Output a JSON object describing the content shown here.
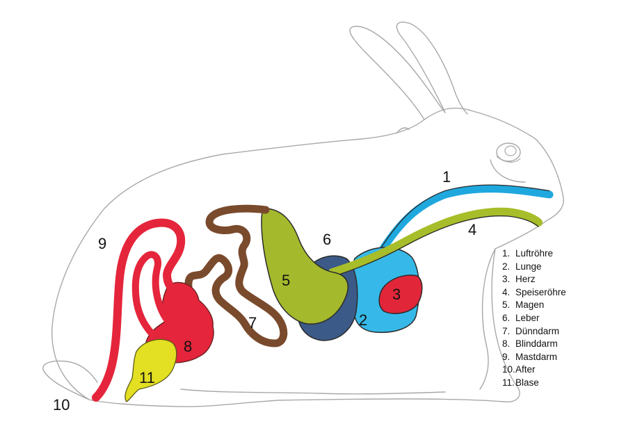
{
  "colors": {
    "outline": "#a8a8a8",
    "trachea": "#1fa8de",
    "lung": "#36b9e8",
    "heart": "#e2263a",
    "esophagus": "#a8bd2a",
    "stomach": "#a4b92c",
    "liver": "#3b5a87",
    "small_intestine": "#7a4a2c",
    "caecum": "#e5253b",
    "rectum": "#e5253b",
    "bladder": "#e3df22"
  },
  "labels": {
    "n1": "1",
    "n2": "2",
    "n3": "3",
    "n4": "4",
    "n5": "5",
    "n6": "6",
    "n7": "7",
    "n8": "8",
    "n9": "9",
    "n10": "10",
    "n11": "11"
  },
  "legend": [
    {
      "num": "1.",
      "text": "Luftröhre"
    },
    {
      "num": "2.",
      "text": "Lunge"
    },
    {
      "num": "3.",
      "text": "Herz"
    },
    {
      "num": "4.",
      "text": "Speiseröhre"
    },
    {
      "num": "5.",
      "text": "Magen"
    },
    {
      "num": "6.",
      "text": "Leber"
    },
    {
      "num": "7.",
      "text": "Dünndarm"
    },
    {
      "num": "8.",
      "text": "Blinddarm"
    },
    {
      "num": "9.",
      "text": "Mastdarm"
    },
    {
      "num": "10.",
      "text": "After"
    },
    {
      "num": "11.",
      "text": "Blase"
    }
  ]
}
